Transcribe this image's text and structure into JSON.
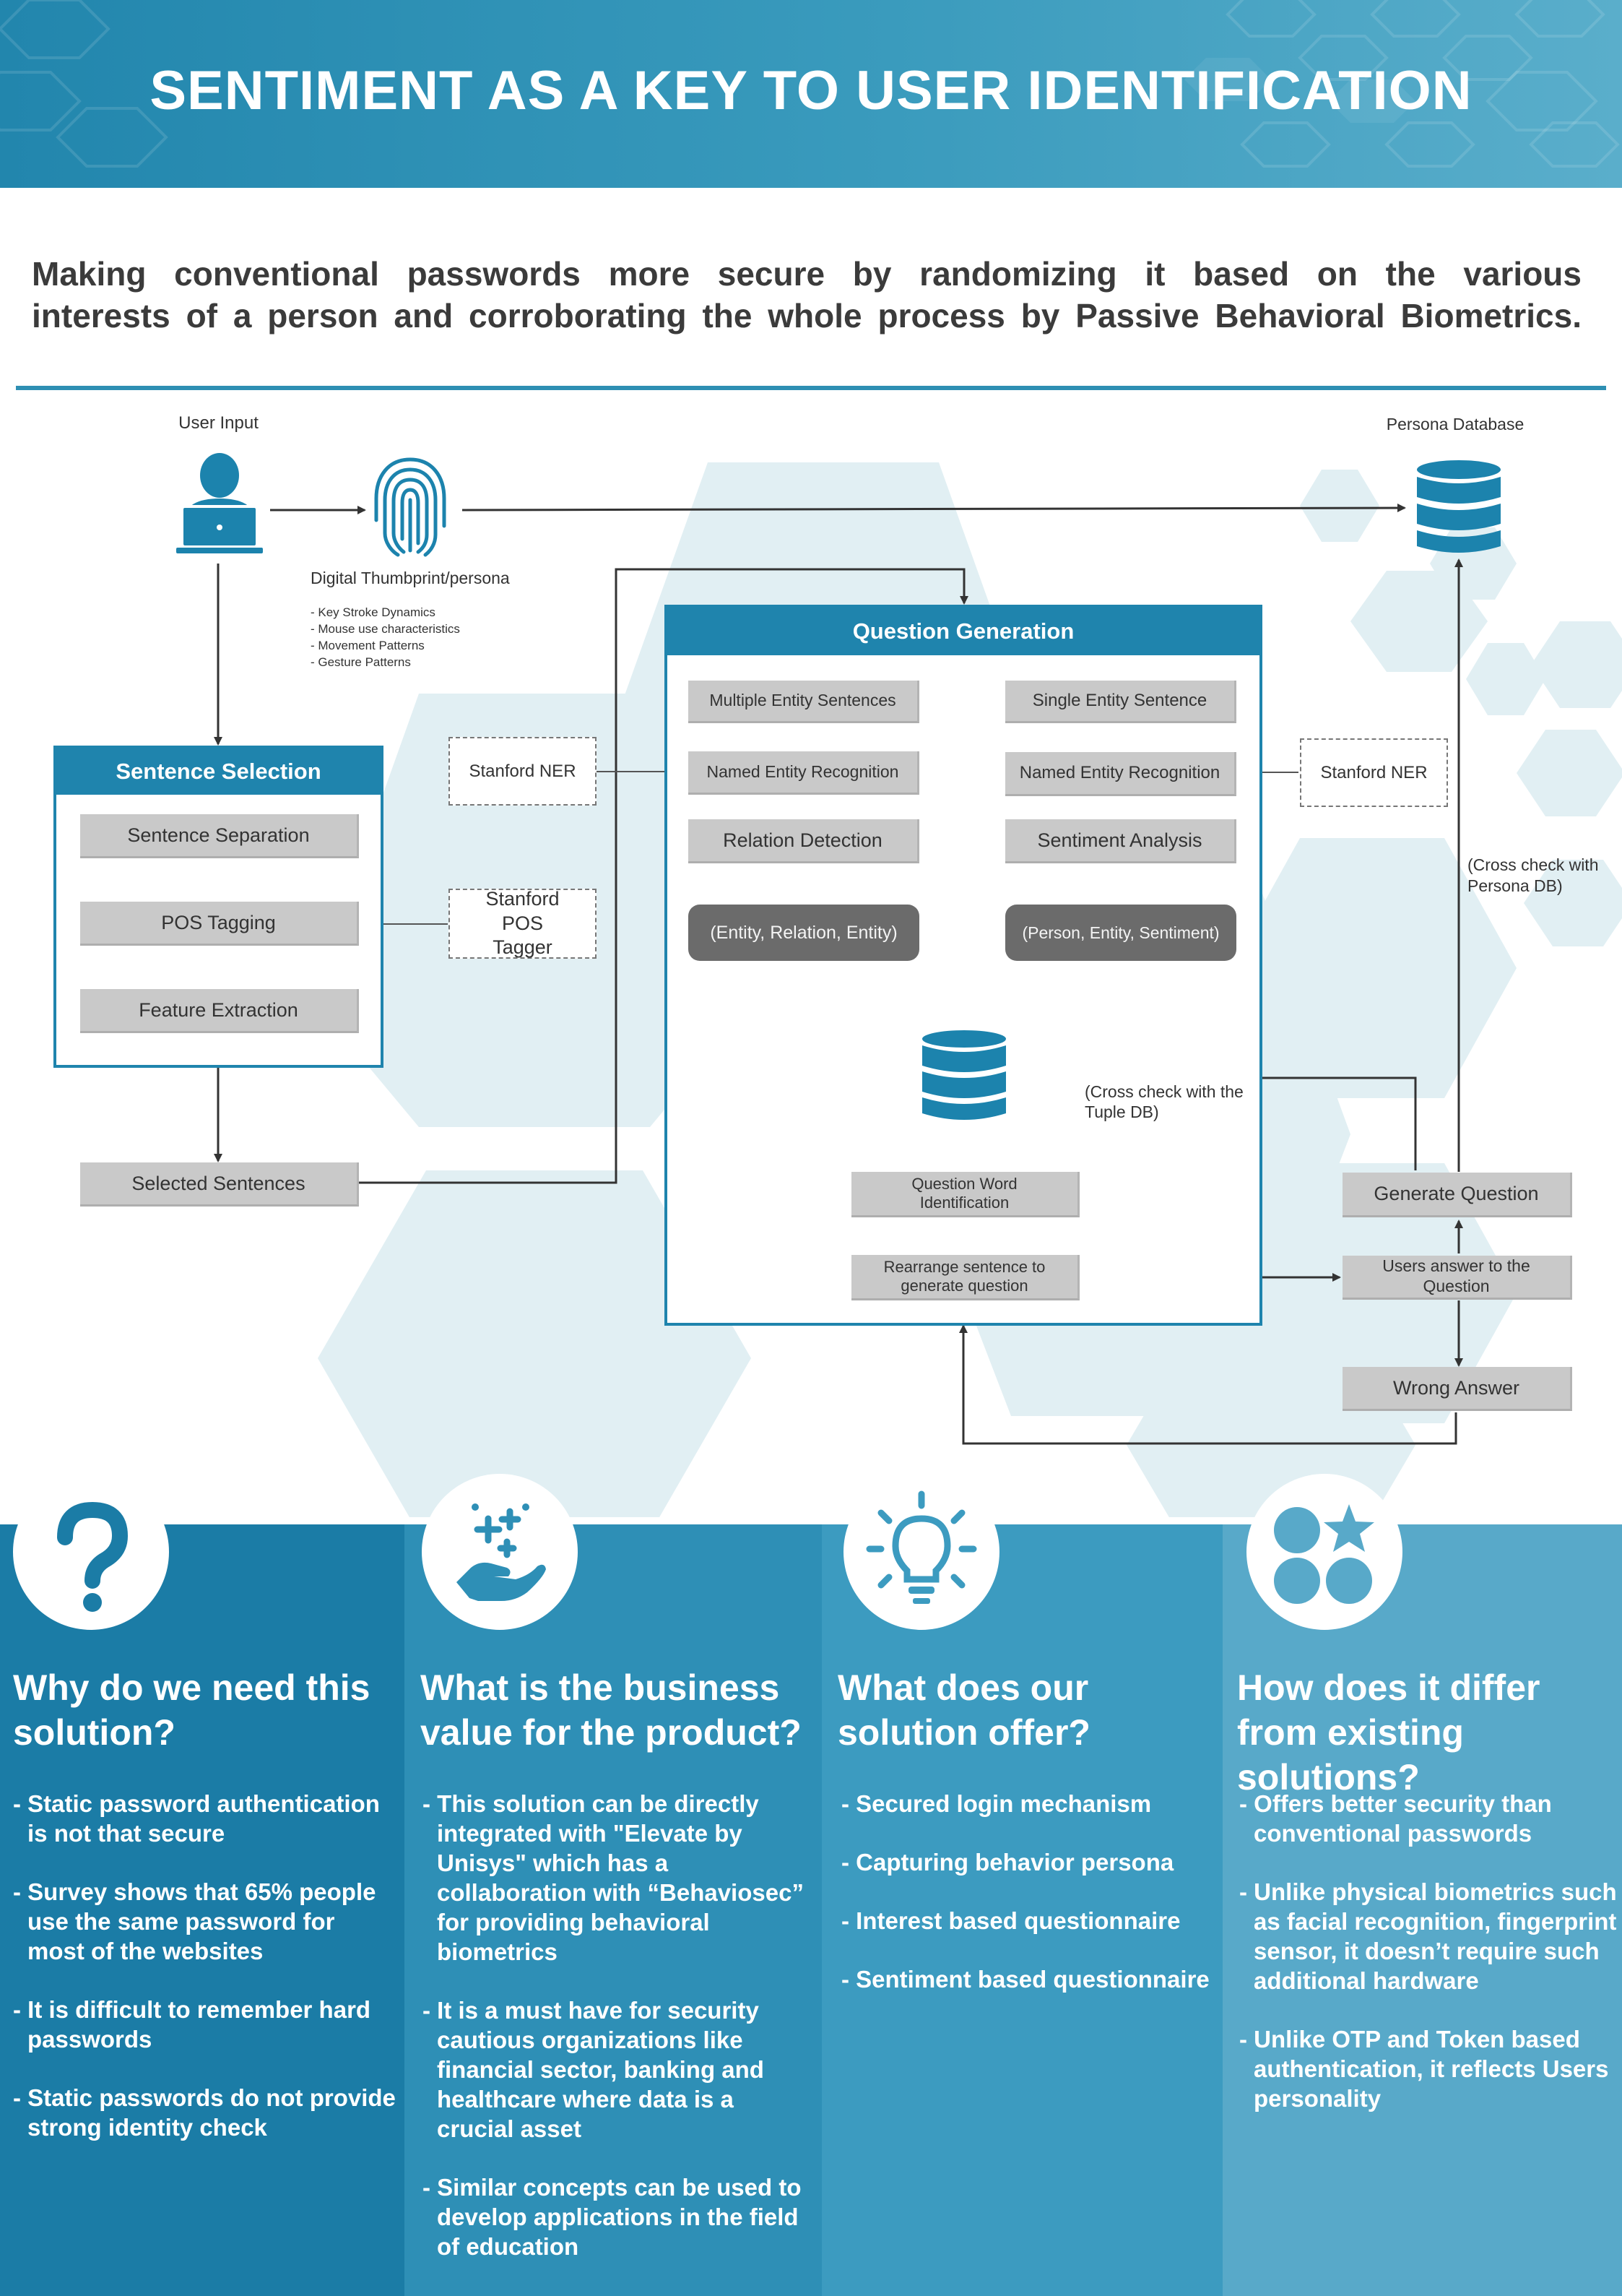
{
  "header": {
    "title": "SENTIMENT AS A KEY TO USER IDENTIFICATION"
  },
  "intro": {
    "line1": "Making conventional passwords more secure by randomizing it based on the various",
    "line2": "interests of a person and corroborating the whole process by Passive Behavioral Biometrics."
  },
  "diagram": {
    "user_input": "User Input",
    "persona_database": "Persona Database",
    "thumbprint_label": "Digital Thumbprint/persona",
    "thumbprint_features": [
      "- Key Stroke Dynamics",
      "- Mouse use characteristics",
      "- Movement Patterns",
      "- Gesture Patterns"
    ],
    "sentence_selection": {
      "title": "Sentence Selection",
      "steps": [
        "Sentence Separation",
        "POS Tagging",
        "Feature Extraction"
      ]
    },
    "stanford_ner_left": "Stanford NER",
    "stanford_pos": "Stanford POS Tagger",
    "stanford_ner_right": "Stanford NER",
    "selected_sentences": "Selected Sentences",
    "question_generation": {
      "title": "Question Generation",
      "left_steps": [
        "Multiple Entity Sentences",
        "Named Entity Recognition",
        "Relation Detection"
      ],
      "left_output": "(Entity, Relation, Entity)",
      "right_steps": [
        "Single Entity Sentence",
        "Named Entity Recognition",
        "Sentiment Analysis"
      ],
      "right_output": "(Person, Entity, Sentiment)",
      "question_word": "Question Word Identification",
      "rearrange": "Rearrange sentence to generate question"
    },
    "cross_check_tuple": "(Cross check with the Tuple DB)",
    "cross_check_persona": "(Cross check with Persona DB)",
    "generate_question": "Generate Question",
    "users_answer": "Users answer to the Question",
    "wrong_answer": "Wrong Answer"
  },
  "columns": [
    {
      "icon": "question-icon",
      "title": "Why do we need this solution?",
      "items": [
        "- Static password authentication is not that secure",
        "- Survey shows that 65% people use the same password for most of the websites",
        "- It is difficult to remember hard passwords",
        "- Static passwords do not provide strong identity check"
      ]
    },
    {
      "icon": "hand-plus-icon",
      "title": "What is the business value for the product?",
      "items": [
        "- This solution can be directly integrated with \"Elevate by Unisys\" which has a collaboration with “Behaviosec” for providing behavioral biometrics",
        "- It is a must have for security cautious organizations like financial sector, banking and healthcare where data is a crucial asset",
        "- Similar concepts can be used to develop applications in the field of education"
      ]
    },
    {
      "icon": "lightbulb-icon",
      "title": "What does our solution offer?",
      "items": [
        "- Secured login mechanism",
        "- Capturing behavior persona",
        "- Interest based questionnaire",
        "- Sentiment based questionnaire"
      ]
    },
    {
      "icon": "shapes-icon",
      "title": "How does it differ from existing solutions?",
      "items": [
        "- Offers better security than conventional passwords",
        "- Unlike physical biometrics such as facial recognition, fingerprint sensor, it doesn’t require such additional hardware",
        "- Unlike OTP and Token based authentication, it reflects Users personality"
      ]
    }
  ],
  "colors": {
    "header": "#2286ad",
    "accent": "#1f84ad",
    "col1": "#1b7ca6",
    "col2": "#2e8fb6",
    "col3": "#3c9bc0",
    "col4": "#58a9c9"
  }
}
